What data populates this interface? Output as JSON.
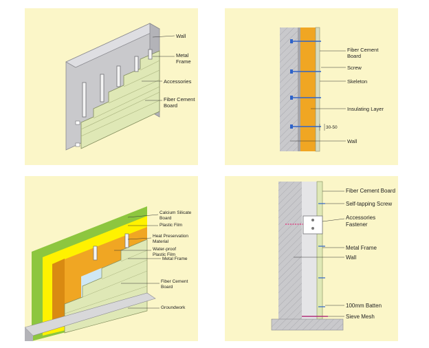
{
  "panel1": {
    "labels": {
      "wall": "Wall",
      "metal_frame": "Metal\nFrame",
      "accessories": "Accessories",
      "fiber_cement_board": "Fiber Cement\nBoard"
    }
  },
  "panel2": {
    "labels": {
      "fiber_cement_board": "Fiber Cement\nBoard",
      "screw": "Screw",
      "skeleton": "Skeleton",
      "insulating_layer": "Insulating Layer",
      "wall": "Wall",
      "dimension": "30-50"
    }
  },
  "panel3": {
    "labels": {
      "calcium_silicate_board": "Calcium Silicate\nBoard",
      "plastic_film": "Plastic Film",
      "heat_preservation_material": "Heat Preservation\nMaterial",
      "waterproof_plastic_film": "Water-proof\nPlastic Film",
      "metal_frame": "Metal Frame",
      "fiber_cement_board": "Fiber Cement\nBoard",
      "groundwork": "Groundwork"
    }
  },
  "panel4": {
    "labels": {
      "fiber_cement_board": "Fiber Cement Board",
      "self_tapping_screw": "Self-tapping Screw",
      "accessories_fastener": "Accessories\nFastener",
      "metal_frame": "Metal Frame",
      "wall": "Wall",
      "batten": "100mm Batten",
      "sieve_mesh": "Sieve Mesh"
    }
  },
  "colors": {
    "panel_bg": "#fbf6c8",
    "wall_gray": "#c9c9cc",
    "board_green": "#dfe8b6",
    "insulation_orange": "#f0a623",
    "bright_yellow": "#fff200",
    "green": "#8dc63f"
  }
}
